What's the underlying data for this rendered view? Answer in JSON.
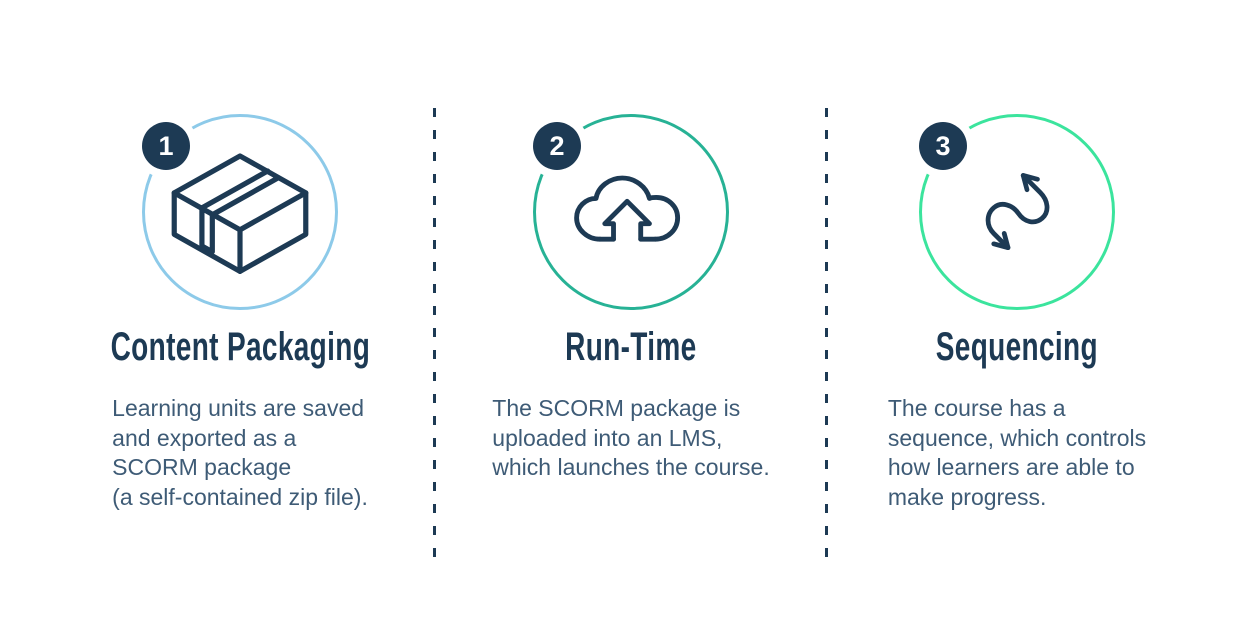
{
  "colors": {
    "navy": "#1D3A54",
    "body_text": "#3E5B76",
    "badge_text": "#FFFFFF",
    "background": "#FFFFFF"
  },
  "steps": [
    {
      "number": "1",
      "title": "Content Packaging",
      "ring_color": "#8DCAE9",
      "icon": "package-box-icon",
      "body_lines": [
        "Learning units are saved",
        "and exported as a",
        "SCORM package",
        "(a self-contained zip file)."
      ]
    },
    {
      "number": "2",
      "title": "Run-Time",
      "ring_color": "#27B295",
      "icon": "cloud-upload-icon",
      "body_lines": [
        "The SCORM package is",
        "uploaded into an LMS,",
        "which launches the course."
      ]
    },
    {
      "number": "3",
      "title": "Sequencing",
      "ring_color": "#3BE49D",
      "icon": "sequence-arrows-icon",
      "body_lines": [
        "The course has a",
        "sequence, which controls",
        "how learners are able to",
        "make progress."
      ]
    }
  ]
}
